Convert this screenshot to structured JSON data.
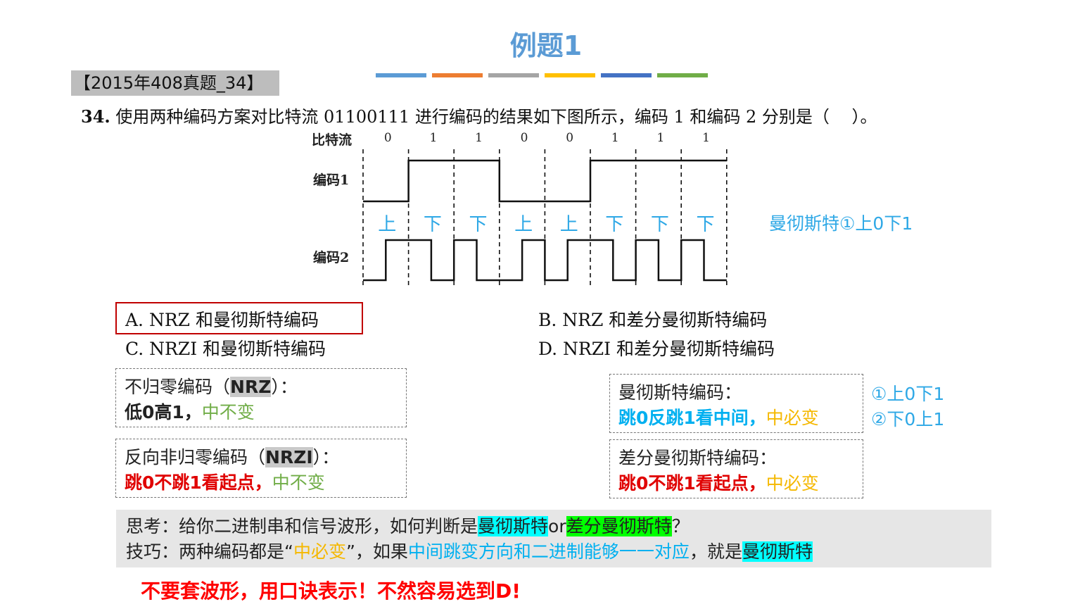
{
  "title": "例题1",
  "tag": "【2015年408真题_34】",
  "question": {
    "number": "34.",
    "text": "使用两种编码方案对比特流 01100111 进行编码的结果如下图所示，编码 1 和编码 2 分别是（　 ）。"
  },
  "diagram": {
    "bitstream_label": "比特流",
    "bits": [
      "0",
      "1",
      "1",
      "0",
      "0",
      "1",
      "1",
      "1"
    ],
    "code1_label": "编码1",
    "code2_label": "编码2",
    "transitions": [
      "上",
      "下",
      "下",
      "上",
      "上",
      "下",
      "下",
      "下"
    ],
    "side_note": "曼彻斯特①上0下1",
    "code1_levels": [
      0,
      1,
      1,
      0,
      0,
      1,
      1,
      1
    ],
    "code2_first_half": [
      0,
      1,
      1,
      0,
      0,
      1,
      1,
      1
    ]
  },
  "options": {
    "a": "A.  NRZ 和曼彻斯特编码",
    "b": "B.  NRZ 和差分曼彻斯特编码",
    "c": "C.  NRZI 和曼彻斯特编码",
    "d": "D.  NRZI 和差分曼彻斯特编码"
  },
  "box_nrz": {
    "title_prefix": "不归零编码（",
    "title_code": "NRZ",
    "title_suffix": "）：",
    "rule": "低0高1，",
    "note": "中不变"
  },
  "box_nrzi": {
    "title_prefix": "反向非归零编码（",
    "title_code": "NRZI",
    "title_suffix": "）：",
    "rule": "跳0不跳1看起点，",
    "note": "中不变"
  },
  "box_manchester": {
    "title": "曼彻斯特编码：",
    "rule": "跳0反跳1看中间，",
    "note": "中必变",
    "side1": "①上0下1",
    "side2": "②下0上1"
  },
  "box_diff": {
    "title": "差分曼彻斯特编码：",
    "rule": "跳0不跳1看起点，",
    "note": "中必变"
  },
  "think": {
    "line1_prefix": "思考：给你二进制串和信号波形，如何判断是",
    "line1_hl1": "曼彻斯特",
    "line1_or": "or",
    "line1_hl2": "差分曼彻斯特",
    "line1_suffix": "？",
    "line2_prefix": "技巧：两种编码都是“",
    "line2_key": "中必变",
    "line2_mid": "”，如果",
    "line2_blue": "中间跳变方向和二进制能够一一对应",
    "line2_comma": "，就是",
    "line2_hl": "曼彻斯特"
  },
  "warning": "不要套波形，用口诀表示！不然容易选到D!",
  "colors": {
    "title": "#5b9bd5",
    "bars": [
      "#5b9bd5",
      "#ed7d31",
      "#a5a5a5",
      "#ffc000",
      "#4472c4",
      "#70ad47"
    ]
  }
}
